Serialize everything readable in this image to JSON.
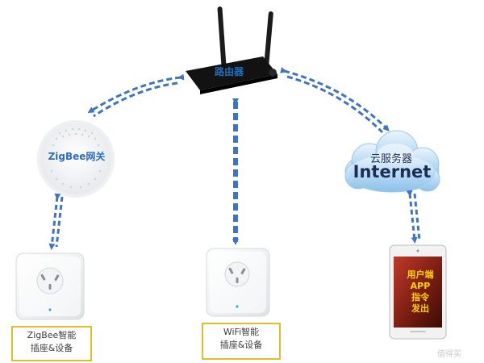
{
  "router": {
    "label": "路由器"
  },
  "gateway": {
    "label": "ZigBee网关"
  },
  "cloud": {
    "title": "云服务器",
    "main": "Internet"
  },
  "zigbee_plug": {
    "line1": "ZigBee智能",
    "line2": "插座&设备"
  },
  "wifi_plug": {
    "line1": "WiFi智能",
    "line2": "插座&设备"
  },
  "phone": {
    "line1": "用户端",
    "line2": "APP",
    "line3": "指令",
    "line4": "发出"
  },
  "watermark": {
    "text": "值得买"
  },
  "colors": {
    "arrow": "#3f74c2",
    "label_border": "#e0be29",
    "phone_text": "#ffd400",
    "cloud": "#a9d1f0"
  }
}
